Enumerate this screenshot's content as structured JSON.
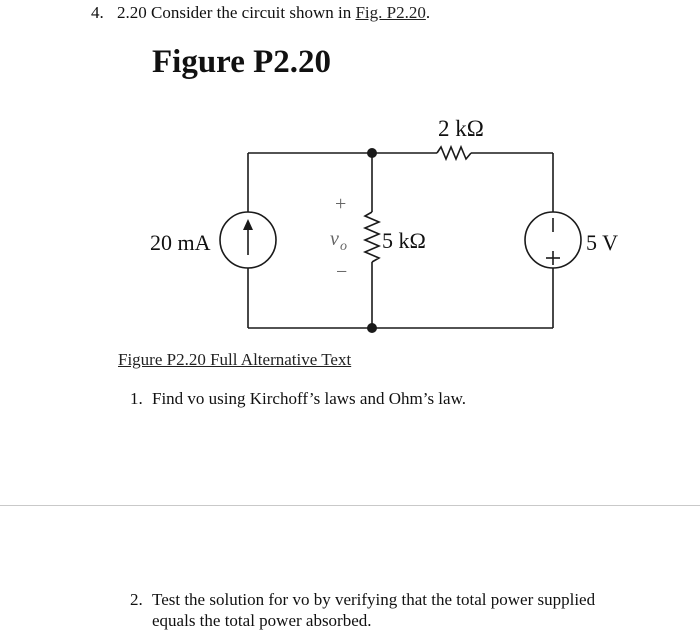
{
  "question4": {
    "number": "4.",
    "text": "2.20 Consider the circuit shown in",
    "link": "Fig. P2.20",
    "trail": "."
  },
  "figure": {
    "title": "Figure P2.20",
    "labels": {
      "current_source": "20 mA",
      "resistor_top": "2 kΩ",
      "resistor_mid": "5 kΩ",
      "voltage_source": "5 V",
      "vo": "v",
      "vo_sub": "o",
      "plus": "+",
      "minus": "−"
    }
  },
  "alt_text_link": "Figure P2.20 Full Alternative Text",
  "items": [
    {
      "number": "1.",
      "text": "Find vo using Kirchoff’s laws and Ohm’s law."
    },
    {
      "number": "2.",
      "line1": "Test the solution for vo by verifying that the total power supplied",
      "line2": "equals the total power absorbed."
    }
  ]
}
